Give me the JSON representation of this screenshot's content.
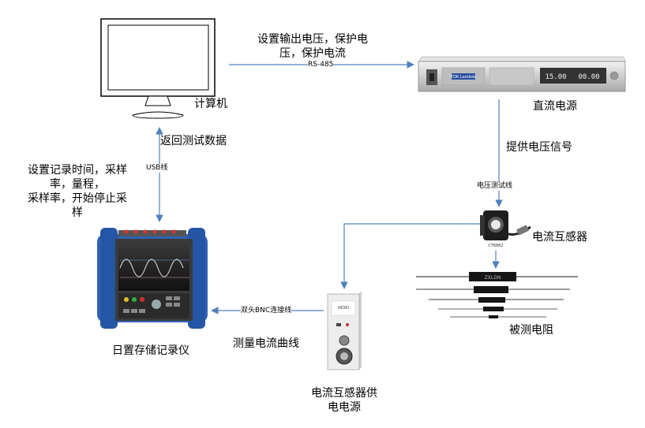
{
  "labels": {
    "computer": "计算机",
    "dc_power": "直流电源",
    "set_params": [
      "设置输出电压，保护电",
      "压，保护电流"
    ],
    "rs485": "RS-485",
    "return_data": "返回测试数据",
    "provide_voltage": "提供电压信号",
    "voltage_test_line": "电压测试线",
    "usb_line": "USB线",
    "record_settings": [
      "设置记录时间，采样",
      "率，量程，",
      "采样率，开始停止采",
      "样"
    ],
    "current_transformer": "电流互感器",
    "resistor": "被测电阻",
    "bnc_line": "双头BNC连接线",
    "measure_curve": "测量电流曲线",
    "ct_power_supply": [
      "电流互感器供",
      "电电源"
    ],
    "recorder": "日置存储记录仪"
  },
  "device_text": {
    "psu_brand": "TDK·Lambda",
    "psu_display_1": "15.00",
    "psu_display_2": "00.00",
    "ct_model": "CT6862",
    "ct_supply_brand": "HIOKI",
    "resistor_marking": "ZXLDN"
  },
  "colors": {
    "arrow": "#4f81bd",
    "recorder_body": "#2f62b3",
    "psu_body": "#cfcfcf"
  }
}
